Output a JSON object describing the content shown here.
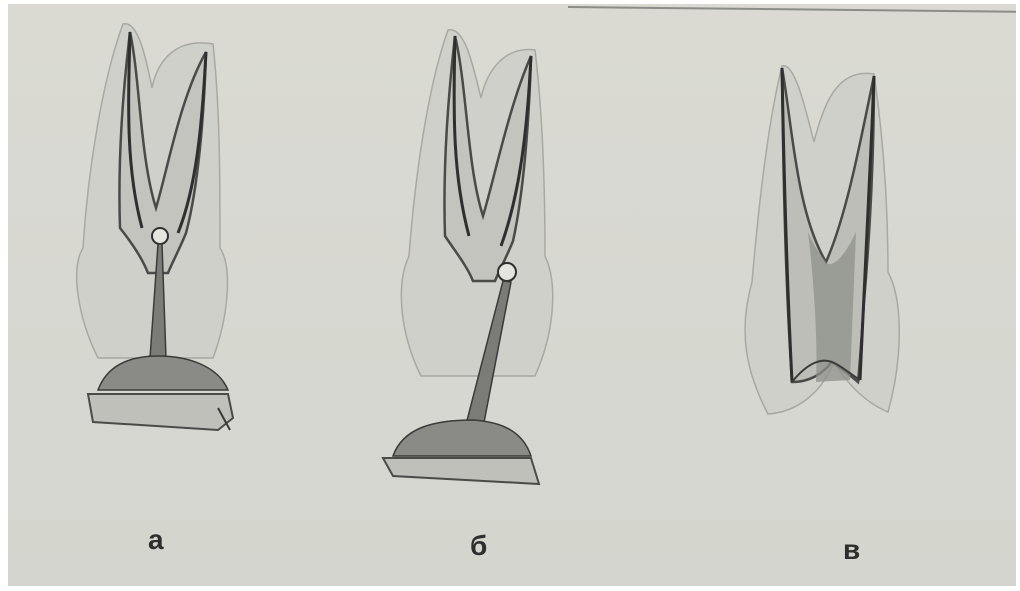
{
  "figure": {
    "labels": {
      "a": "а",
      "b": "б",
      "c": "в"
    }
  },
  "colors": {
    "background": "#d8d9d2",
    "tooth_fill": "#c9cac4",
    "tooth_outline": "#9a9b96",
    "canal_line": "#3a3a3a",
    "instrument": "#6f706c",
    "label": "#2e2e2e"
  }
}
